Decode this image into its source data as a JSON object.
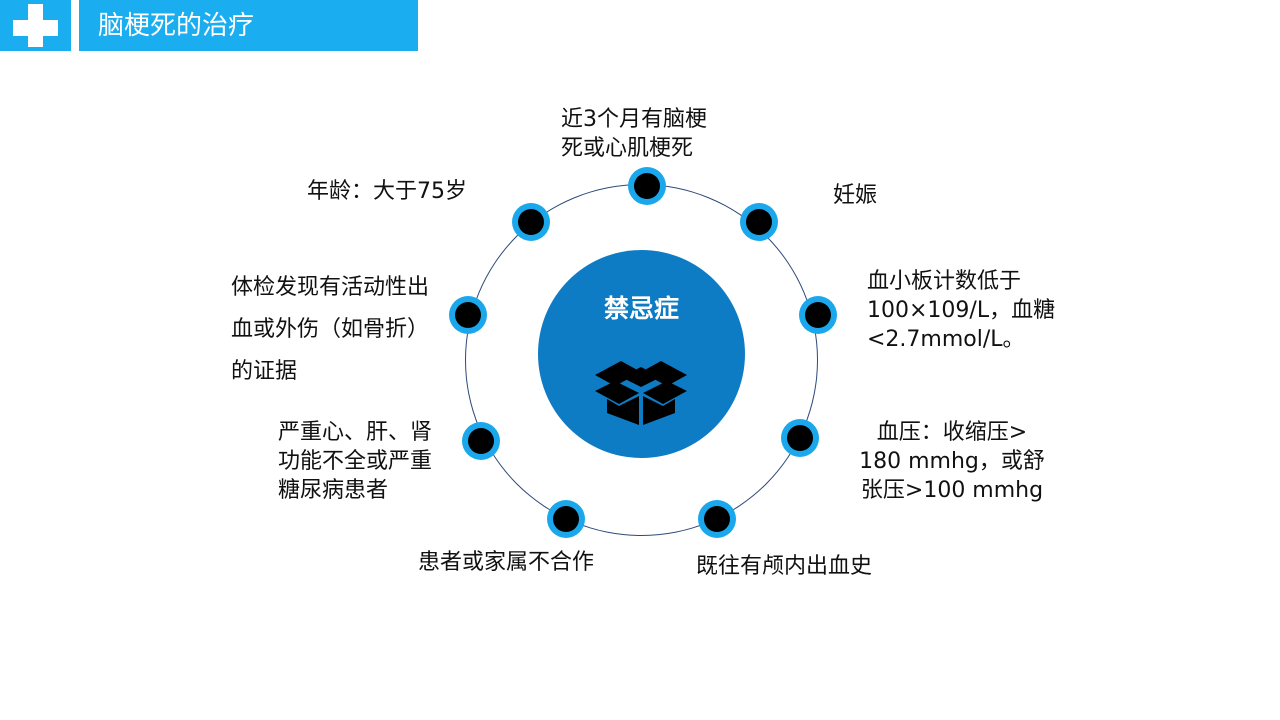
{
  "theme": {
    "brand": "#1aadf0",
    "disc": "#0e7cc4",
    "node": "#1aa7ec",
    "ring": "#2e4a7a"
  },
  "header": {
    "icon": "plus-icon",
    "title": "脑梗死的治疗"
  },
  "center": {
    "title": "禁忌症",
    "icon": "open-box-icon"
  },
  "items": [
    {
      "id": "recent-infarction",
      "lines": [
        "近3个月有脑梗",
        "死或心肌梗死"
      ]
    },
    {
      "id": "pregnancy",
      "lines": [
        "妊娠"
      ]
    },
    {
      "id": "platelet-glucose",
      "lines": [
        "血小板计数低于",
        "100×109/L，血糖",
        "<2.7mmol/L。"
      ]
    },
    {
      "id": "blood-pressure",
      "lines": [
        "血压：收缩压>",
        "180 mmhg，或舒",
        "张压>100 mmhg"
      ]
    },
    {
      "id": "intracranial-hemorrhage-history",
      "lines": [
        "既往有颅内出血史"
      ]
    },
    {
      "id": "non-cooperation",
      "lines": [
        "患者或家属不合作"
      ]
    },
    {
      "id": "organ-failure",
      "lines": [
        "严重心、肝、肾",
        "功能不全或严重",
        "糖尿病患者"
      ]
    },
    {
      "id": "active-bleeding",
      "lines": [
        "体检发现有活动性出",
        "血或外伤（如骨折）",
        "的证据"
      ]
    },
    {
      "id": "age",
      "lines": [
        "年龄：大于75岁"
      ]
    }
  ]
}
